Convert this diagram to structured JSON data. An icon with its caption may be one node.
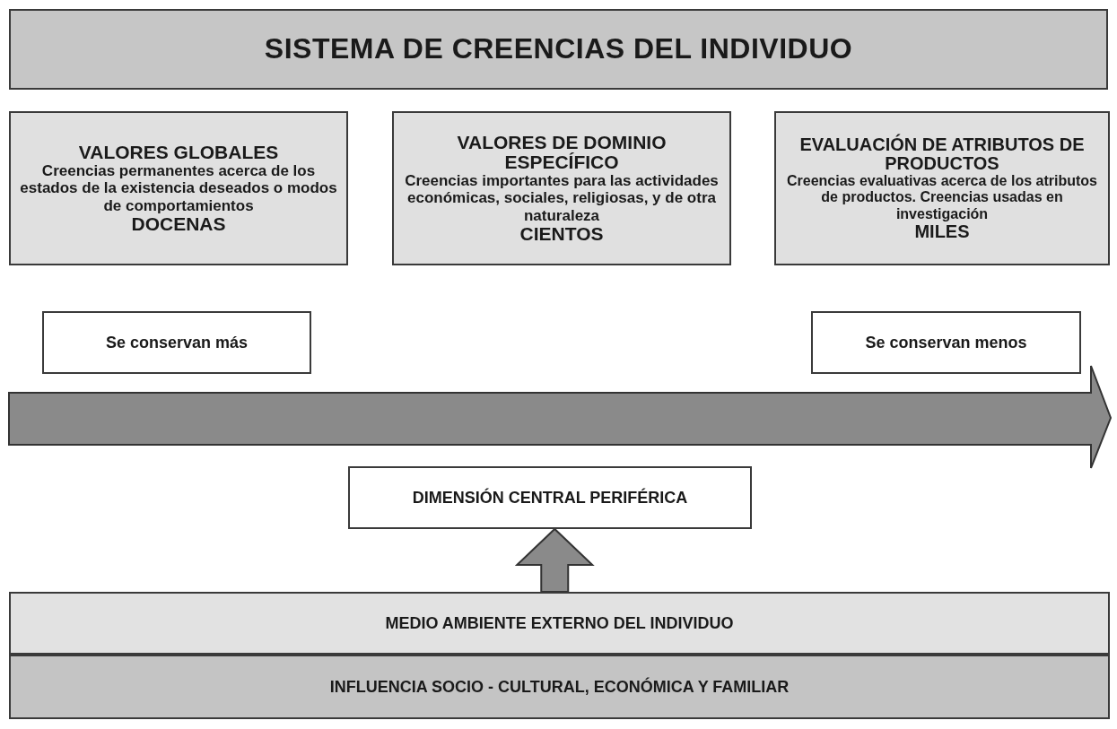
{
  "diagram": {
    "nodes": [
      {
        "text": [
          "SISTEMA DE CREENCIAS DEL INDIVIDUO"
        ]
      },
      {
        "text": [
          "VALORES GLOBALES",
          "Creencias permanentes acerca de los estados de la existencia deseados o modos de comportamientos",
          "DOCENAS"
        ]
      },
      {
        "text": [
          "VALORES DE DOMINIO ESPECÍFICO",
          "Creencias importantes para las actividades económicas, sociales, religiosas, y de otra naturaleza",
          "CIENTOS"
        ]
      },
      {
        "text": [
          "EVALUACIÓN DE ATRIBUTOS DE PRODUCTOS",
          "Creencias evaluativas acerca de los atributos de productos. Creencias usadas en investigación",
          "MILES"
        ]
      },
      {
        "text": [
          "Se conservan más"
        ]
      },
      {
        "text": [
          "Se conservan menos"
        ]
      },
      {
        "text": [
          "DIMENSIÓN CENTRAL PERIFÉRICA"
        ]
      },
      {
        "text": [
          "MEDIO AMBIENTE EXTERNO DEL INDIVIDUO"
        ]
      },
      {
        "text": [
          "INFLUENCIA SOCIO - CULTURAL, ECONÓMICA Y FAMILIAR"
        ]
      }
    ],
    "edges": [
      {
        "from": 7,
        "to": 6,
        "arrow": "to"
      }
    ]
  }
}
